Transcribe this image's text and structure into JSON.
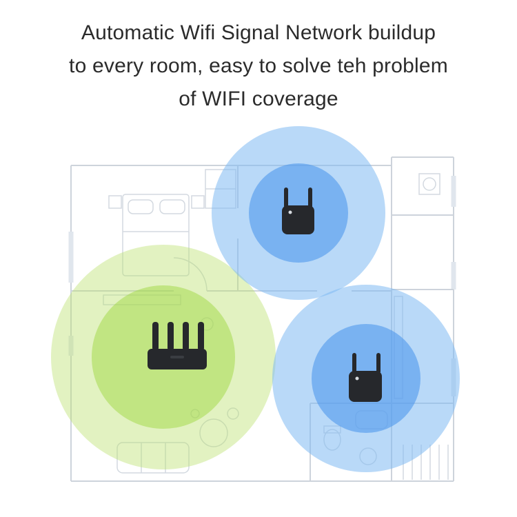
{
  "title": {
    "line1": "Automatic Wifi Signal Network buildup",
    "line2": "to every room, easy to solve teh problem",
    "line3": "of WIFI coverage"
  },
  "coverage": {
    "router_zone": {
      "outer_color": "#b9e06b",
      "inner_color": "#9fd743"
    },
    "repeater_zone": {
      "outer_color": "#7fb9f2",
      "inner_color": "#4f97ec"
    }
  },
  "devices": {
    "router": {
      "name": "wifi-router",
      "color": "#26282c"
    },
    "repeater_top": {
      "name": "wifi-repeater",
      "color": "#26282c"
    },
    "repeater_bottom": {
      "name": "wifi-repeater",
      "color": "#26282c"
    },
    "led_color": "#d7dbe0"
  }
}
